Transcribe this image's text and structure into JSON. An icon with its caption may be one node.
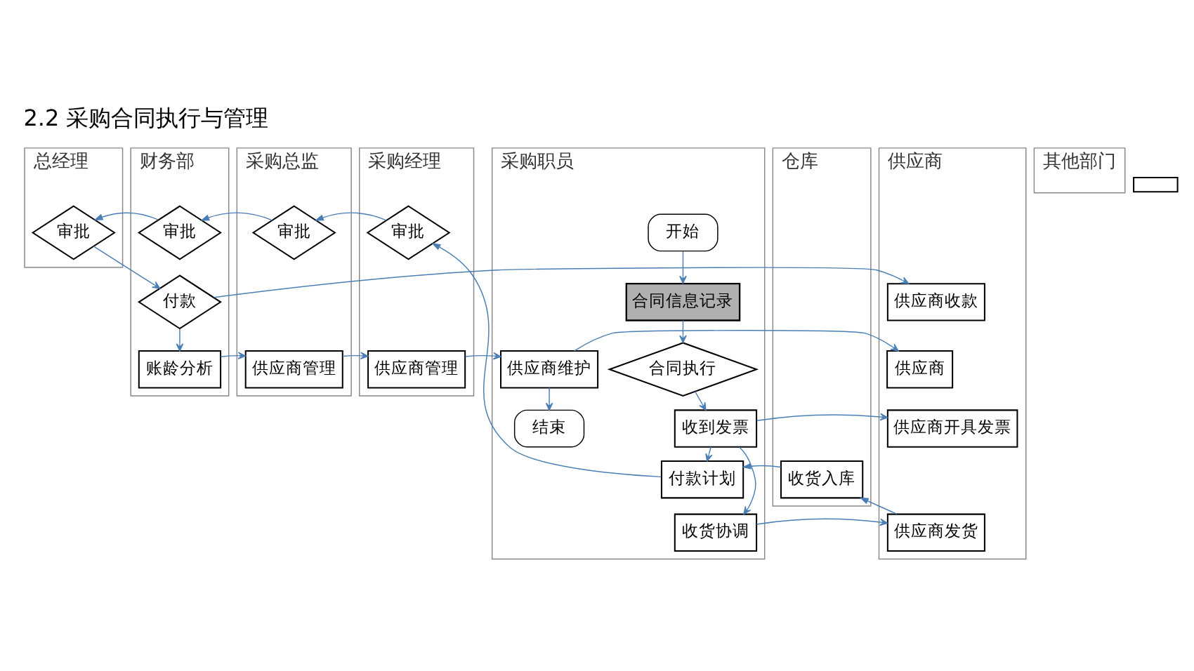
{
  "diagram": {
    "title": "2.2 采购合同执行与管理",
    "nodes": [
      {
        "text": [
          "总经理"
        ]
      },
      {
        "text": [
          "财务部"
        ]
      },
      {
        "text": [
          "采购总监"
        ]
      },
      {
        "text": [
          "采购经理"
        ]
      },
      {
        "text": [
          "采购职员"
        ]
      },
      {
        "text": [
          "仓库"
        ]
      },
      {
        "text": [
          "其他部门"
        ]
      },
      {
        "text": [
          "供应商"
        ]
      },
      {
        "text": [
          "开始"
        ],
        "in": 4
      },
      {
        "text": [
          "合同信息记录"
        ],
        "in": 4
      },
      {
        "text": [
          "合同执行"
        ],
        "in": 4
      },
      {
        "text": [
          "收到发票"
        ],
        "in": 4
      },
      {
        "text": [
          "供应商开具发票"
        ],
        "in": 7
      },
      {
        "text": [
          "收货协调"
        ],
        "in": 4
      },
      {
        "text": [
          "供应商发货"
        ],
        "in": 7
      },
      {
        "text": [
          "收货入库"
        ],
        "in": 5
      },
      {
        "text": [
          "付款计划"
        ],
        "in": 4
      },
      {
        "text": [
          "审批"
        ],
        "in": 0
      },
      {
        "text": [
          "审批"
        ],
        "in": 1
      },
      {
        "text": [
          "审批"
        ],
        "in": 2
      },
      {
        "text": [
          "审批"
        ],
        "in": 3
      },
      {
        "text": [
          "付款"
        ],
        "in": 1
      },
      {
        "text": [
          "供应商收款"
        ],
        "in": 7
      },
      {
        "text": [
          "账龄分析"
        ],
        "in": 1
      },
      {
        "text": [
          "供应商管理"
        ],
        "in": 2
      },
      {
        "text": [
          "供应商管理"
        ],
        "in": 3
      },
      {
        "text": [
          "供应商维护"
        ],
        "in": 4
      },
      {
        "text": [
          "供应商"
        ],
        "in": 7
      },
      {
        "text": [
          "结束"
        ],
        "in": 4
      },
      {
        "text": [],
        "shape": "box"
      }
    ],
    "edges": [
      {
        "from": 8,
        "to": 9,
        "arrow": "to"
      },
      {
        "from": 9,
        "to": 10,
        "arrow": "to"
      },
      {
        "from": 10,
        "to": 11,
        "arrow": "to"
      },
      {
        "from": 11,
        "to": 12,
        "arrow": "to"
      },
      {
        "from": 11,
        "to": 13,
        "arrow": "to"
      },
      {
        "from": 11,
        "to": 16,
        "arrow": "to"
      },
      {
        "from": 13,
        "to": 14,
        "arrow": "to"
      },
      {
        "from": 14,
        "to": 15,
        "arrow": "to"
      },
      {
        "from": 15,
        "to": 16,
        "arrow": "to"
      },
      {
        "from": 16,
        "to": 20,
        "arrow": "to"
      },
      {
        "from": 20,
        "to": 19,
        "arrow": "to"
      },
      {
        "from": 19,
        "to": 18,
        "arrow": "to"
      },
      {
        "from": 18,
        "to": 17,
        "arrow": "to"
      },
      {
        "from": 17,
        "to": 21,
        "arrow": "to"
      },
      {
        "from": 21,
        "to": 22,
        "arrow": "to"
      },
      {
        "from": 21,
        "to": 23,
        "arrow": "to"
      },
      {
        "from": 23,
        "to": 24,
        "arrow": "to"
      },
      {
        "from": 24,
        "to": 25,
        "arrow": "to"
      },
      {
        "from": 25,
        "to": 26,
        "arrow": "to"
      },
      {
        "from": 26,
        "to": 27,
        "arrow": "to"
      },
      {
        "from": 26,
        "to": 28,
        "arrow": "to"
      }
    ]
  }
}
